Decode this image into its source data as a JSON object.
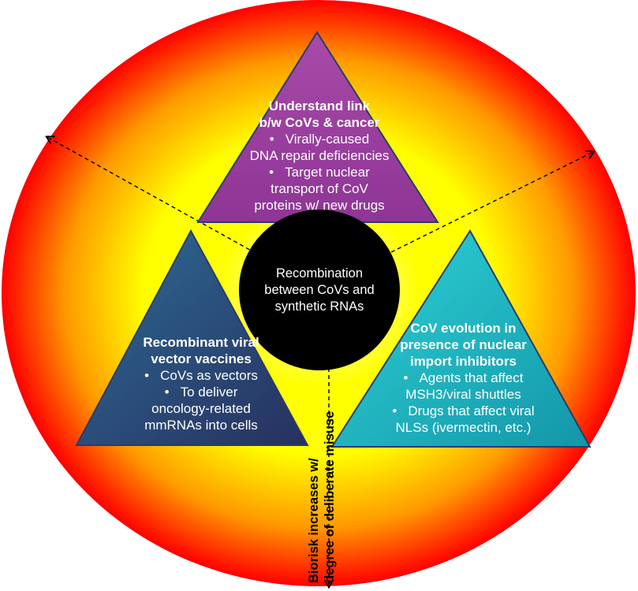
{
  "colors": {
    "ring_outer": "#ff0000",
    "ring_mid": "#ff9900",
    "ring_inner": "#ffff00",
    "center_glow": "#ffffff",
    "top_triangle": "#9b3fa0",
    "left_triangle": "#1f3d6b",
    "right_triangle": "#1bbcc4",
    "center_circle": "#000000",
    "arrow": "#000000"
  },
  "top_panel": {
    "title_line1": "Understand link",
    "title_line2": "b/w CoVs & cancer",
    "bullets": [
      [
        "Virally-caused",
        "DNA repair deficiencies"
      ],
      [
        "Target nuclear",
        "transport of CoV",
        "proteins w/ new drugs"
      ]
    ]
  },
  "left_panel": {
    "title_line1": "Recombinant viral",
    "title_line2": "vector vaccines",
    "bullets": [
      [
        "CoVs as vectors"
      ],
      [
        "To deliver",
        "oncology-related",
        "mmRNAs into cells"
      ]
    ]
  },
  "right_panel": {
    "title_line1": "CoV evolution in",
    "title_line2": "presence of nuclear",
    "title_line3": "import inhibitors",
    "bullets": [
      [
        "Agents that affect",
        "MSH3/viral shuttles"
      ],
      [
        "Drugs that affect viral",
        "NLSs (ivermectin, etc.)"
      ]
    ]
  },
  "center": {
    "line1": "Recombination",
    "line2": "between CoVs and",
    "line3": "synthetic RNAs"
  },
  "risk_axis": {
    "line1": "Biorisk increases w/",
    "line2": "degree of deliberate misuse"
  }
}
